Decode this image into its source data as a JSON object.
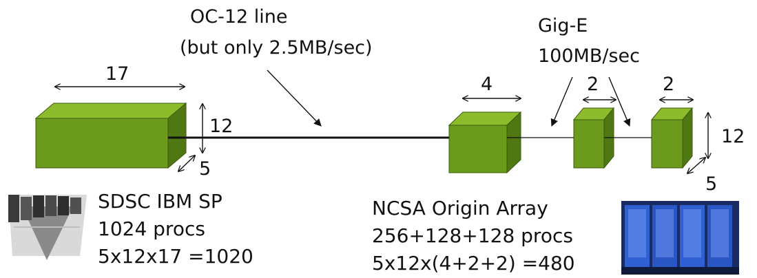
{
  "colors": {
    "cube_front": "#6b9a1c",
    "cube_top": "#8cbc2c",
    "cube_side": "#4f7712",
    "cube_edge": "#3d5a10",
    "line": "#111111",
    "background": "#ffffff"
  },
  "links": {
    "oc12_line": "OC-12 line",
    "oc12_note": "(but only 2.5MB/sec)",
    "gige_label": "Gig-E",
    "gige_rate": "100MB/sec"
  },
  "sdsc": {
    "dims": {
      "width": "17",
      "height": "12",
      "depth": "5"
    },
    "name": "SDSC IBM SP",
    "procs": "1024 procs",
    "calc": "5x12x17 =1020",
    "machine_icon": "supercomputer-rack-icon"
  },
  "ncsa": {
    "dims": {
      "width_a": "4",
      "width_b": "2",
      "width_c": "2",
      "height": "12",
      "depth": "5"
    },
    "name": "NCSA Origin Array",
    "procs": "256+128+128 procs",
    "calc": "5x12x(4+2+2) =480",
    "machine_icon": "server-cabinet-icon"
  }
}
